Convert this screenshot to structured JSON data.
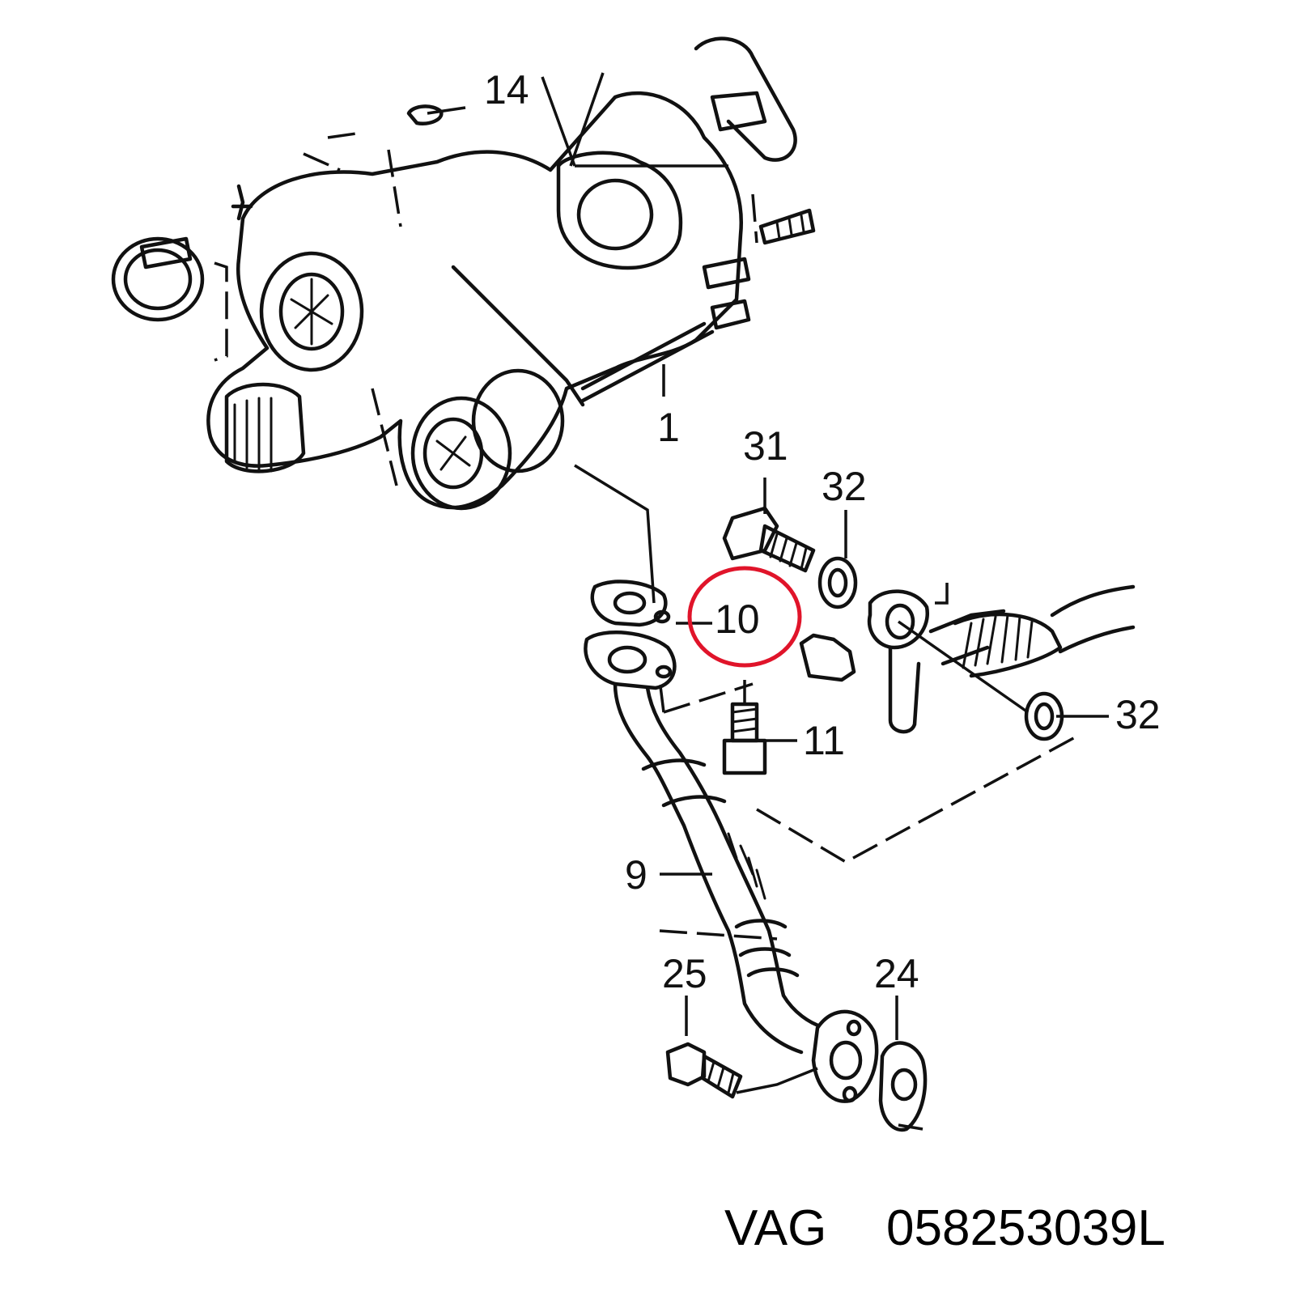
{
  "diagram": {
    "callouts": {
      "c14": "14",
      "c1": "1",
      "c31": "31",
      "c32a": "32",
      "c10": "10",
      "c32b": "32",
      "c11": "11",
      "c9": "9",
      "c25": "25",
      "c24": "24"
    },
    "highlight": {
      "target": "10",
      "color": "#e0142a"
    }
  },
  "caption": {
    "brand": "VAG",
    "part_number": "058253039L"
  }
}
